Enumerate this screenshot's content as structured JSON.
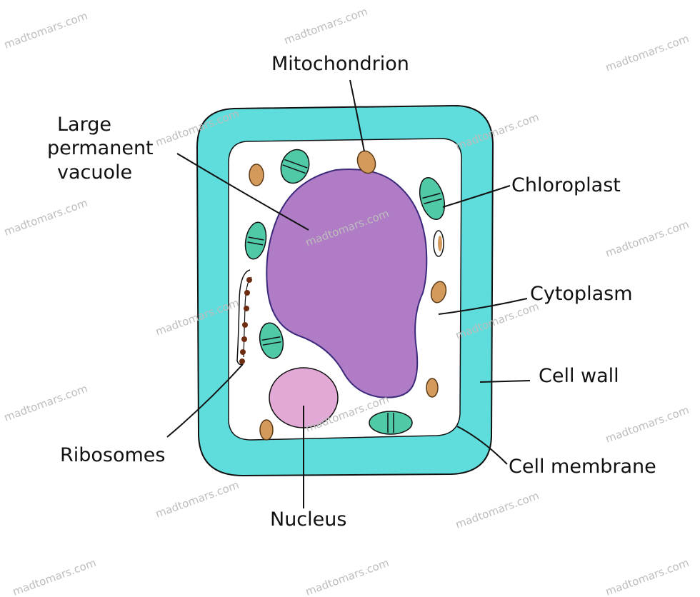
{
  "labels": {
    "mitochondrion": "Mitochondrion",
    "vacuole_line1": "Large",
    "vacuole_line2": "permanent",
    "vacuole_line3": "vacuole",
    "chloroplast": "Chloroplast",
    "cytoplasm": "Cytoplasm",
    "cell_wall": "Cell wall",
    "cell_membrane": "Cell membrane",
    "ribosomes": "Ribosomes",
    "nucleus": "Nucleus"
  },
  "watermark": "madtomars.com",
  "colors": {
    "cell_wall": "#5fdcdc",
    "cytoplasm": "#ffffff",
    "vacuole": "#b07cc6",
    "nucleus": "#e2a9d6",
    "chloroplast": "#4fc9a6",
    "mitochondrion": "#d39a5c",
    "ribosome": "#6e2d12",
    "ink": "#111111"
  }
}
